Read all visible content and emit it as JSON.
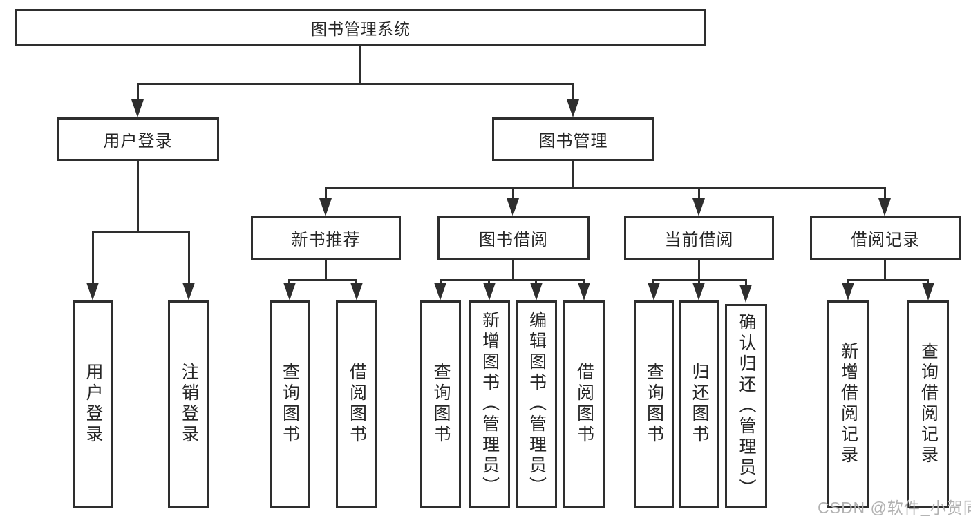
{
  "diagram": {
    "colors": {
      "line": "#2e2e2e",
      "border": "#2e2e2e",
      "text": "#262626",
      "background": "#ffffff",
      "watermark_text": "#b2b2b2"
    },
    "watermark": "CSDN @软件_小贺同学",
    "nodes": {
      "root": {
        "label": "图书管理系统"
      },
      "user_login": {
        "label": "用户登录"
      },
      "book_mgmt": {
        "label": "图书管理"
      },
      "new_book_rec": {
        "label": "新书推荐"
      },
      "book_borrow": {
        "label": "图书借阅"
      },
      "current_borrow": {
        "label": "当前借阅"
      },
      "borrow_record": {
        "label": "借阅记录"
      },
      "leaf_user_login": {
        "label": "用户登录"
      },
      "leaf_logout": {
        "label": "注销登录"
      },
      "leaf_query_book_1": {
        "label": "查询图书"
      },
      "leaf_borrow_book_1": {
        "label": "借阅图书"
      },
      "leaf_query_book_2": {
        "label": "查询图书"
      },
      "leaf_add_book": {
        "label": "新增图书（管理员）"
      },
      "leaf_edit_book": {
        "label": "编辑图书（管理员）"
      },
      "leaf_borrow_book_2": {
        "label": "借阅图书"
      },
      "leaf_query_book_3": {
        "label": "查询图书"
      },
      "leaf_return_book": {
        "label": "归还图书"
      },
      "leaf_confirm_return": {
        "label": "确认归还（管理员）"
      },
      "leaf_add_record": {
        "label": "新增借阅记录"
      },
      "leaf_query_record": {
        "label": "查询借阅记录"
      }
    },
    "hierarchy": {
      "图书管理系统": {
        "用户登录": [
          "用户登录",
          "注销登录"
        ],
        "图书管理": {
          "新书推荐": [
            "查询图书",
            "借阅图书"
          ],
          "图书借阅": [
            "查询图书",
            "新增图书（管理员）",
            "编辑图书（管理员）",
            "借阅图书"
          ],
          "当前借阅": [
            "查询图书",
            "归还图书",
            "确认归还（管理员）"
          ],
          "借阅记录": [
            "新增借阅记录",
            "查询借阅记录"
          ]
        }
      }
    }
  }
}
